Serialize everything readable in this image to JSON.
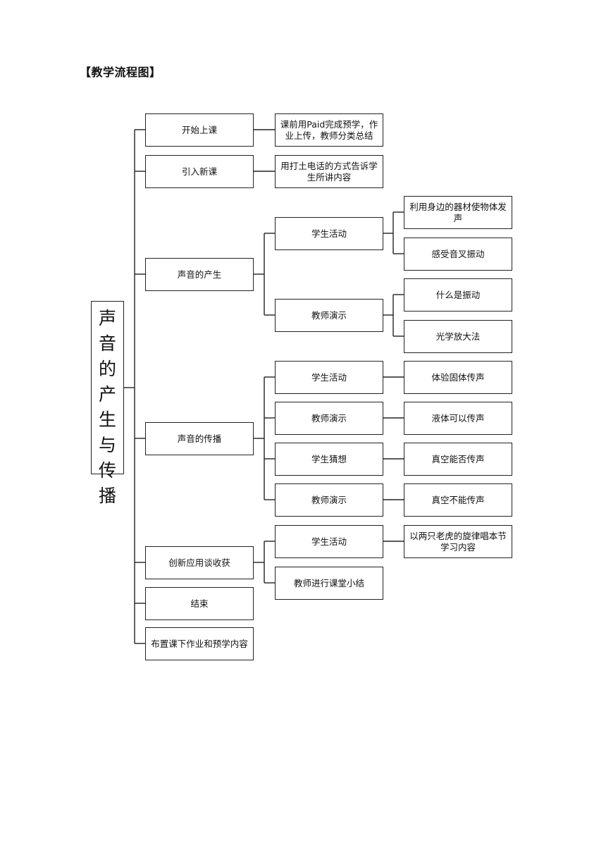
{
  "heading": "【教学流程图】",
  "root": [
    "声",
    "音",
    "的",
    "产",
    "生",
    "与",
    "传",
    "播"
  ],
  "level1": {
    "start_class": "开始上课",
    "intro_new": "引入新课",
    "sound_production": "声音的产生",
    "sound_propagation": "声音的传播",
    "innovation": "创新应用谈收获",
    "end": "结束",
    "homework": "布置课下作业和预学内容"
  },
  "level2": {
    "pre_study": "课前用Paid完成预学，作业上传，教师分类总结",
    "phone_demo": "用打土电话的方式告诉学生所讲内容",
    "prod_student": "学生活动",
    "prod_teacher": "教师演示",
    "prop_student": "学生活动",
    "prop_teacher1": "教师演示",
    "prop_guess": "学生猜想",
    "prop_teacher2": "教师演示",
    "innov_student": "学生活动",
    "innov_summary": "教师进行课堂小结"
  },
  "level3": {
    "use_equipment": "利用身边的器材使物体发声",
    "tuning_fork": "感受音叉振动",
    "what_vibration": "什么是振动",
    "optical_amp": "光学放大法",
    "solid": "体验固体传声",
    "liquid": "液体可以传声",
    "vacuum_q": "真空能否传声",
    "vacuum_no": "真空不能传声",
    "song": "以两只老虎的旋律唱本节学习内容"
  }
}
